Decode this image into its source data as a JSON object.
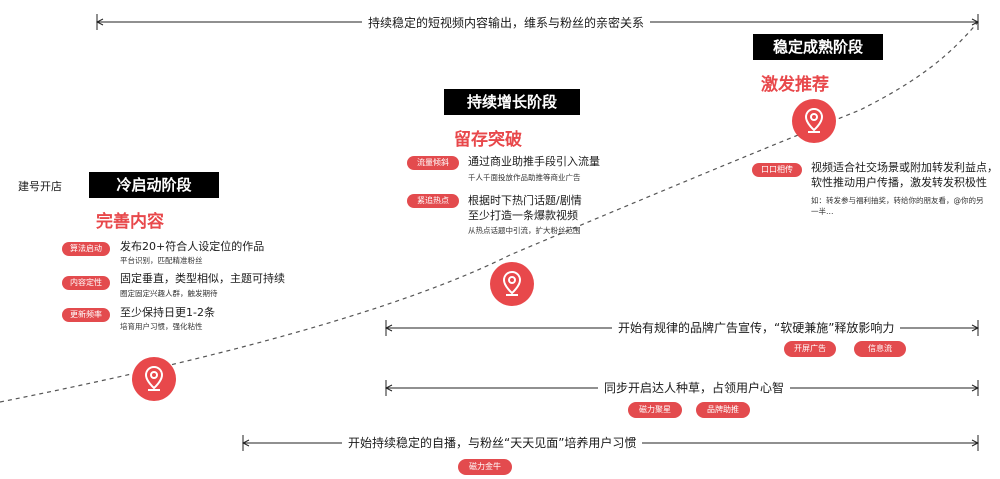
{
  "top_note": "持续稳定的短视频内容输出，维系与粉丝的亲密关系",
  "start_label": "建号开店",
  "stages": [
    {
      "title": "冷启动阶段",
      "goal": "完善内容",
      "items": [
        {
          "tag": "算法启动",
          "main": "发布20+符合人设定位的作品",
          "sub": "平台识别，匹配精准粉丝"
        },
        {
          "tag": "内容定性",
          "main": "固定垂直，类型相似，主题可持续",
          "sub": "圈定固定兴趣人群，触发期待"
        },
        {
          "tag": "更新频率",
          "main": "至少保持日更1-2条",
          "sub": "培育用户习惯，强化粘性"
        }
      ]
    },
    {
      "title": "持续增长阶段",
      "goal": "留存突破",
      "items": [
        {
          "tag": "流量倾斜",
          "main": "通过商业助推手段引入流量",
          "sub": "千人千面投放作品助推等商业广告"
        },
        {
          "tag": "紧追热点",
          "main": "根据时下热门话题/剧情",
          "main2": "至少打造一条爆款视频",
          "sub": "从热点话题中引流，扩大粉丝范围"
        }
      ]
    },
    {
      "title": "稳定成熟阶段",
      "goal": "激发推荐",
      "items": [
        {
          "tag": "口口相传",
          "main": "视频适合社交场景或附加转发利益点，",
          "main2": "软性推动用户传播，激发转发积极性",
          "sub": "如：转发参与福利抽奖，转给你的朋友看，@你的另一半…"
        }
      ]
    }
  ],
  "brand_row": {
    "text": "开始有规律的品牌广告宣传，“软硬兼施”释放影响力",
    "tags": [
      "开屏广告",
      "信息流"
    ]
  },
  "talent_row": {
    "text": "同步开启达人种草，占领用户心智",
    "tags": [
      "磁力聚星",
      "品牌助推"
    ]
  },
  "live_row": {
    "text": "开始持续稳定的自播，与粉丝“天天见面”培养用户习惯",
    "tags": [
      "磁力金牛"
    ]
  },
  "colors": {
    "accent": "#e8484b",
    "tag": "#e34b4e",
    "stage_bg": "#000000"
  },
  "icons": [
    "location-pin-icon",
    "location-pin-icon",
    "location-pin-icon"
  ]
}
